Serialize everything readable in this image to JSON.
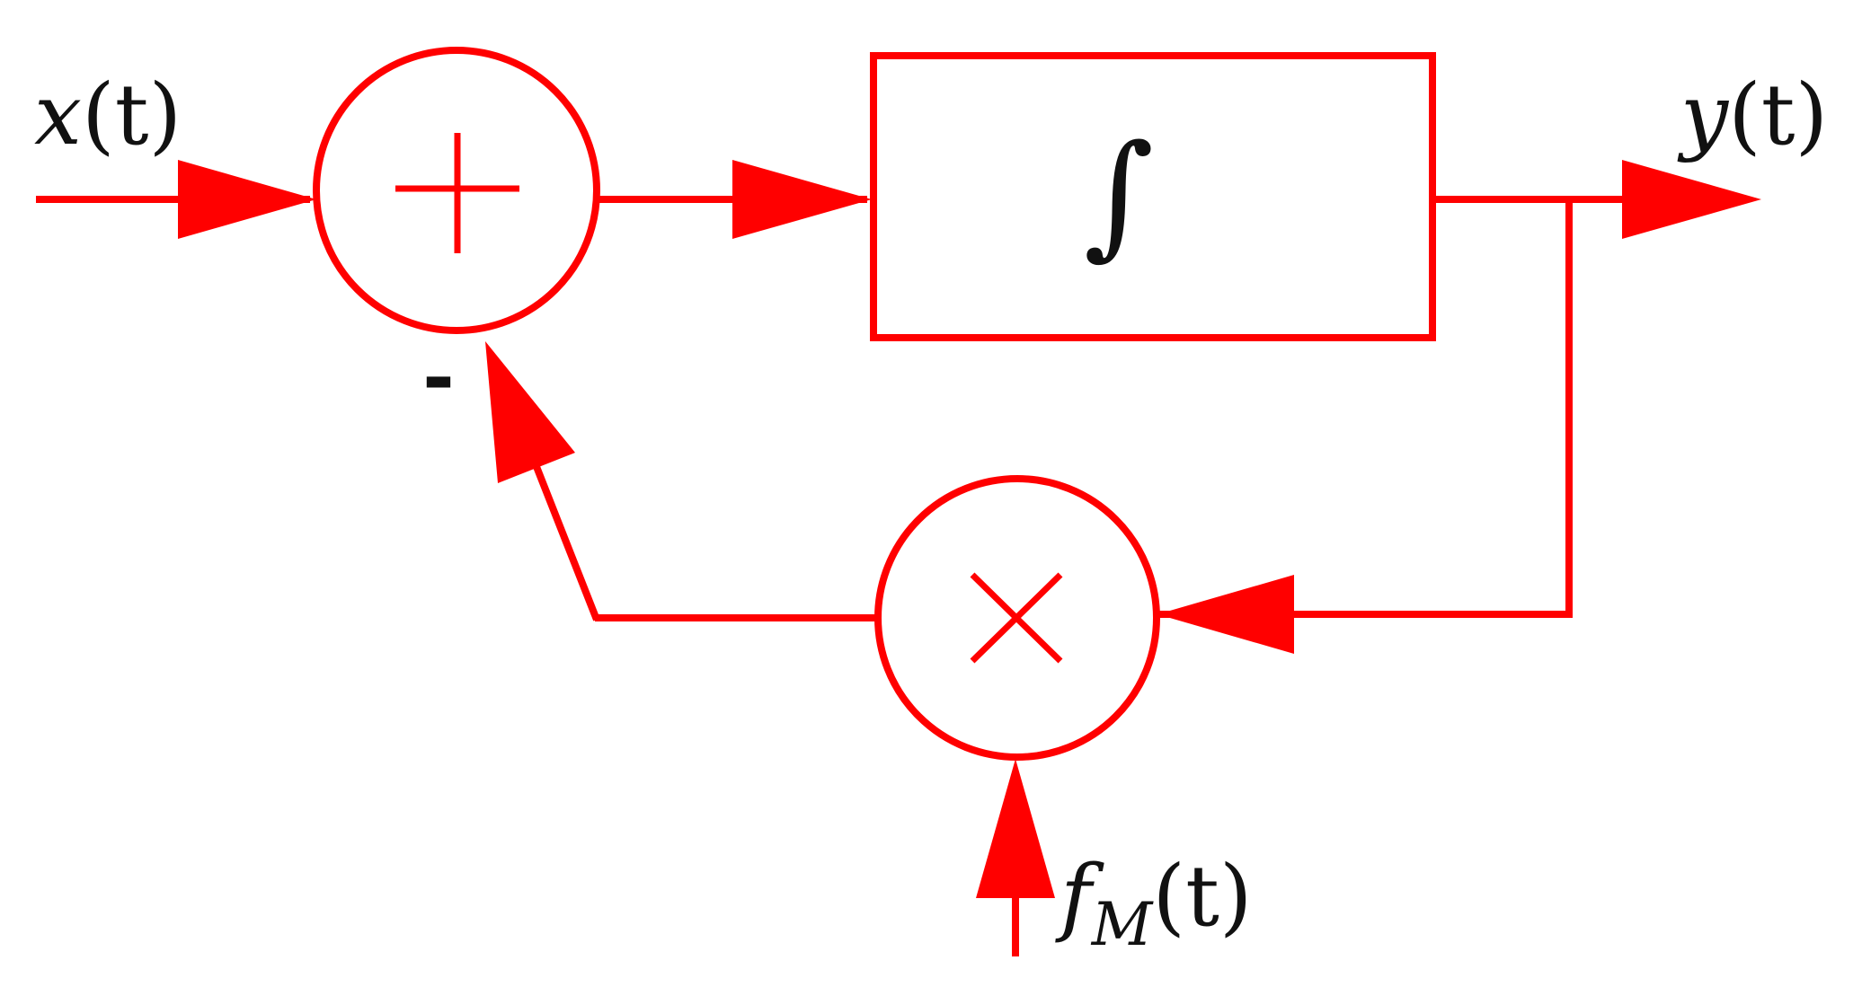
{
  "diagram": {
    "colors": {
      "stroke": "#ff0000",
      "text": "#111111",
      "background": "#ffffff"
    },
    "labels": {
      "input": {
        "base": "x",
        "paren": "(t)"
      },
      "output": {
        "base": "y",
        "paren": "(t)"
      },
      "modulator": {
        "base": "f",
        "subscript": "M",
        "paren": "(t)"
      }
    },
    "blocks": {
      "summer": {
        "symbol": "+",
        "icon": "plus-icon"
      },
      "integrator": {
        "symbol": "∫",
        "icon": "integral-symbol"
      },
      "multiplier": {
        "symbol": "×",
        "icon": "times-icon"
      }
    },
    "feedback_sign": "-"
  }
}
